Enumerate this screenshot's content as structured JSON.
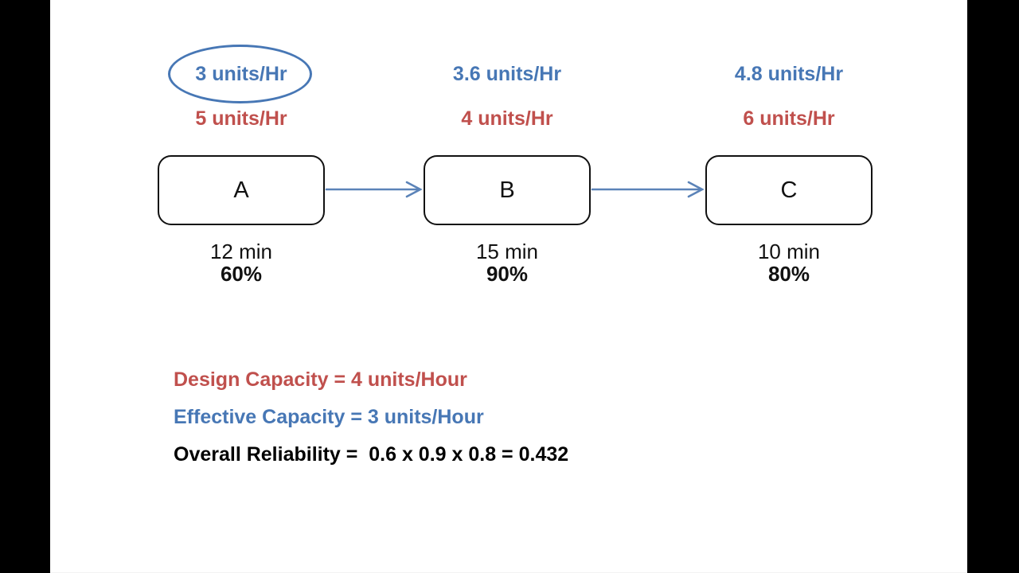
{
  "colors": {
    "blue": "#4777B5",
    "red": "#C0504D",
    "black": "#111111"
  },
  "stations": [
    {
      "letter": "A",
      "effective_capacity": "3 units/Hr",
      "design_capacity": "5 units/Hr",
      "cycle_time": "12 min",
      "reliability": "60%",
      "circled": true
    },
    {
      "letter": "B",
      "effective_capacity": "3.6 units/Hr",
      "design_capacity": "4 units/Hr",
      "cycle_time": "15 min",
      "reliability": "90%",
      "circled": false
    },
    {
      "letter": "C",
      "effective_capacity": "4.8 units/Hr",
      "design_capacity": "6 units/Hr",
      "cycle_time": "10 min",
      "reliability": "80%",
      "circled": false
    }
  ],
  "summary": {
    "design_capacity": "Design Capacity = 4 units/Hour",
    "effective_capacity": "Effective Capacity = 3 units/Hour",
    "overall_reliability": "Overall Reliability =  0.6 x 0.9 x 0.8 = 0.432"
  }
}
